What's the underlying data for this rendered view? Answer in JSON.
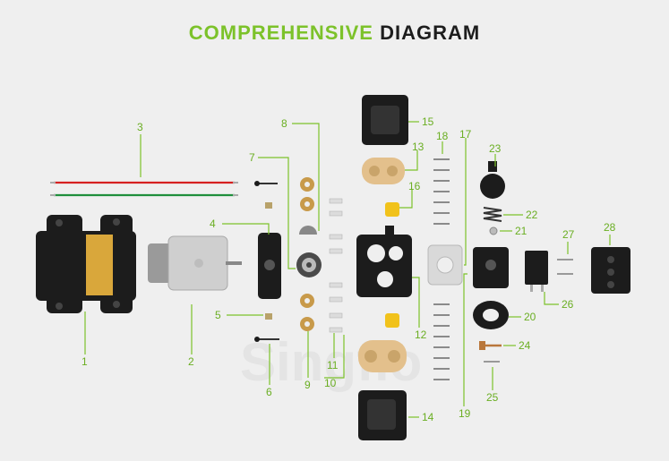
{
  "title": {
    "part1": "COMPREHENSIVE",
    "part2": "DIAGRAM"
  },
  "watermark": "Singflo",
  "callouts": [
    "1",
    "2",
    "3",
    "4",
    "5",
    "6",
    "7",
    "8",
    "9",
    "10",
    "11",
    "12",
    "13",
    "14",
    "15",
    "16",
    "17",
    "18",
    "19",
    "20",
    "21",
    "22",
    "23",
    "24",
    "25",
    "26",
    "27",
    "28"
  ],
  "colors": {
    "accent": "#7cc22a",
    "part_black": "#1c1c1c",
    "background": "#efefef"
  }
}
